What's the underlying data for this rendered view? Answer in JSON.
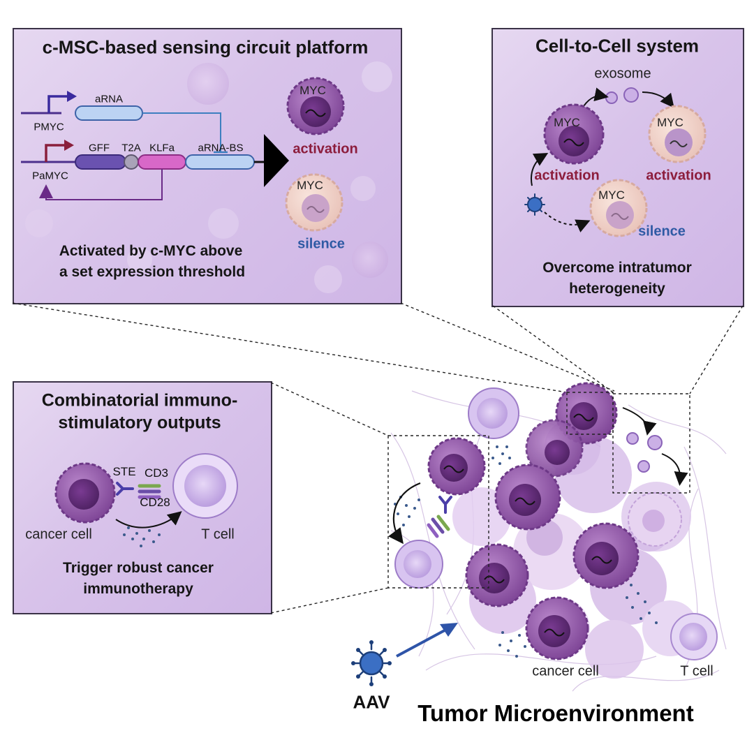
{
  "panel_circuit": {
    "title": "c-MSC-based sensing circuit platform",
    "promoter_1": "PMYC",
    "gene_arna": "aRNA",
    "promoter_2": "PaMYC",
    "gene_gff": "GFF",
    "gene_t2a": "T2A",
    "gene_klfa": "KLFa",
    "gene_arna_bs": "aRNA-BS",
    "myc_high": "MYC",
    "myc_low": "MYC",
    "state_on": "activation",
    "state_off": "silence",
    "caption_line1": "Activated by c-MYC above",
    "caption_line2": "a set expression threshold"
  },
  "panel_cell_to_cell": {
    "title": "Cell-to-Cell system",
    "exosome_label": "exosome",
    "myc_1": "MYC",
    "myc_2": "MYC",
    "myc_3": "MYC",
    "activation_1": "activation",
    "activation_2": "activation",
    "silence": "silence",
    "caption_line1": "Overcome intratumor",
    "caption_line2": "heterogeneity"
  },
  "panel_outputs": {
    "title_line1": "Combinatorial immuno-",
    "title_line2": "stimulatory outputs",
    "ste_label": "STE",
    "cd3_label": "CD3",
    "cd28_label": "CD28",
    "cancer_cell": "cancer cell",
    "t_cell": "T cell",
    "caption_line1": "Trigger robust cancer",
    "caption_line2": "immunotherapy"
  },
  "main": {
    "aav_label": "AAV",
    "cancer_cell_label": "cancer cell",
    "t_cell_label": "T cell",
    "title": "Tumor Microenvironment"
  },
  "colors": {
    "panel_border": "#3a3247",
    "activation_text": "#8c1d3c",
    "silence_text": "#2f5aa4",
    "cancer_cell": "#9a5fb0",
    "nucleus": "#5e2a74",
    "silent_cell": "#f0d3c8",
    "t_cell": "#c9aee8",
    "aav": "#3b6fc4"
  },
  "icons": [
    "promoter-arrow-icon",
    "repression-tbar-icon",
    "feedback-arrow-icon",
    "play-triangle-icon",
    "aav-virus-icon",
    "exosome-icon",
    "antibody-icon",
    "receptor-icon",
    "curved-arrow-icon"
  ]
}
